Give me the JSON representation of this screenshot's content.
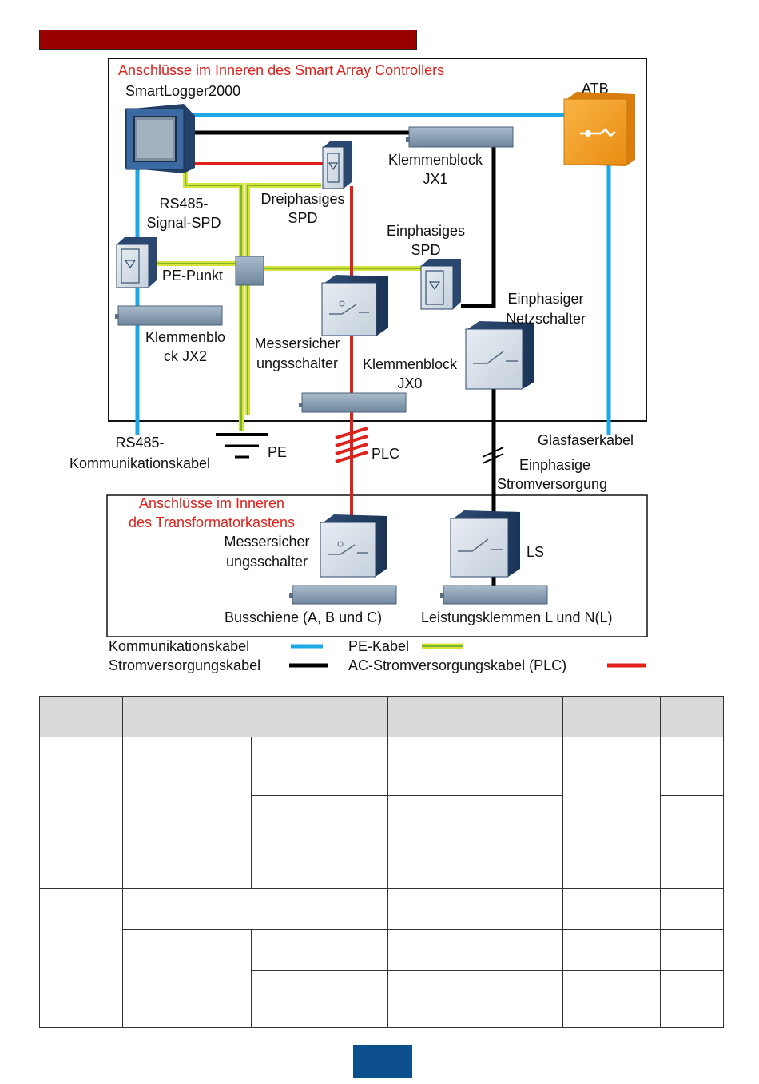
{
  "labels": {
    "controller_title": "Anschlüsse im Inneren des Smart Array Controllers",
    "smartlogger": "SmartLogger2000",
    "atb": "ATB",
    "jx1_line1": "Klemmenblock",
    "jx1_line2": "JX1",
    "rs485_spd_line1": "RS485-",
    "rs485_spd_line2": "Signal-SPD",
    "three_phase_spd_line1": "Dreiphasiges",
    "three_phase_spd_line2": "SPD",
    "single_phase_spd_line1": "Einphasiges",
    "single_phase_spd_line2": "SPD",
    "pe_point": "PE-Punkt",
    "jx2_line1": "Klemmenblo",
    "jx2_line2": "ck JX2",
    "knife_switch_line1": "Messersicher",
    "knife_switch_line2": "ungsschalter",
    "jx0_line1": "Klemmenblock",
    "jx0_line2": "JX0",
    "single_phase_switch_line1": "Einphasiger",
    "single_phase_switch_line2": "Netzschalter",
    "rs485_cable_line1": "RS485-",
    "rs485_cable_line2": "Kommunikationskabel",
    "pe": "PE",
    "plc": "PLC",
    "single_phase_supply_line1": "Einphasige",
    "single_phase_supply_line2": "Stromversorgung",
    "fiber_cable": "Glasfaserkabel",
    "transformer_title_line1": "Anschlüsse im Inneren",
    "transformer_title_line2": "des Transformatorkastens",
    "knife_switch2_line1": "Messersicher",
    "knife_switch2_line2": "ungsschalter",
    "ls": "LS",
    "busbar": "Busschiene (A, B und C)",
    "power_terminals": "Leistungsklemmen L und N(L)"
  },
  "legend": {
    "communication": "Kommunikationskabel",
    "pe": "PE-Kabel",
    "power": "Stromversorgungskabel",
    "ac_plc": "AC-Stromversorgungskabel (PLC)"
  },
  "colors": {
    "communication_cable": "#1ca7e6",
    "pe_cable": "#c8d62a",
    "power_cable": "#000000",
    "ac_plc_cable": "#e0201b",
    "header_bar": "#990000",
    "page_box": "#0b4f8c",
    "atb_box": "#f39c1e",
    "table_header": "#d9d9d9"
  }
}
